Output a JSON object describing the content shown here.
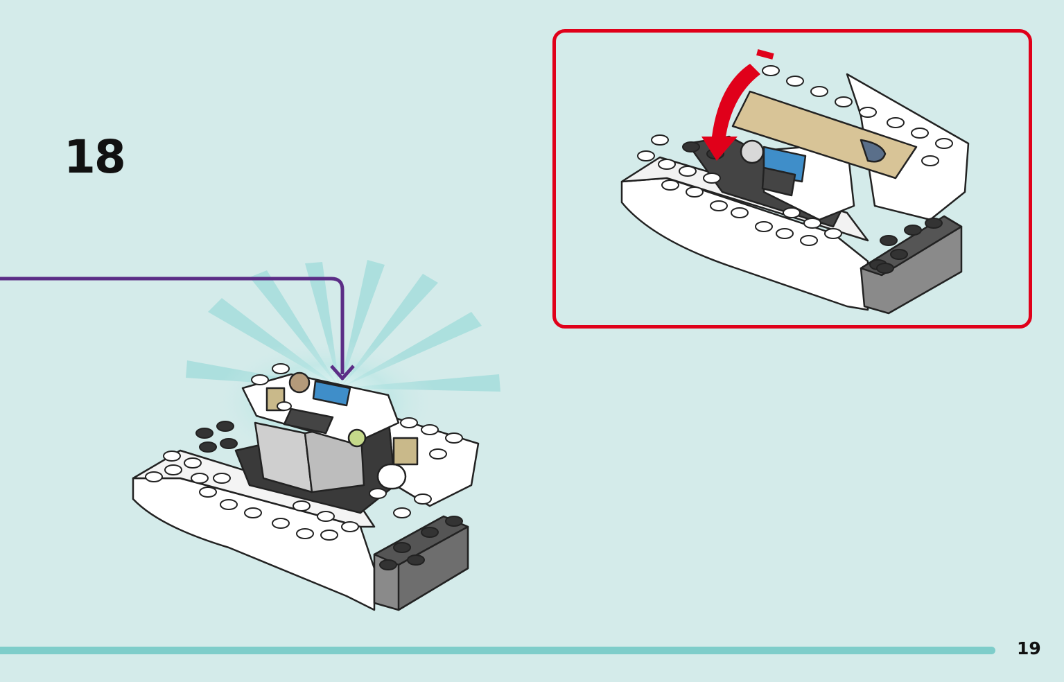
{
  "step": {
    "number": "18"
  },
  "page": {
    "number": "19"
  },
  "colors": {
    "background": "#d4ebea",
    "footer_bar": "#7ecdca",
    "callout_border": "#e0001a",
    "arrow_purple": "#5b2d86",
    "arrow_red": "#e0001a"
  },
  "icons": [
    "purple-placement-arrow",
    "red-rotate-arrow"
  ]
}
